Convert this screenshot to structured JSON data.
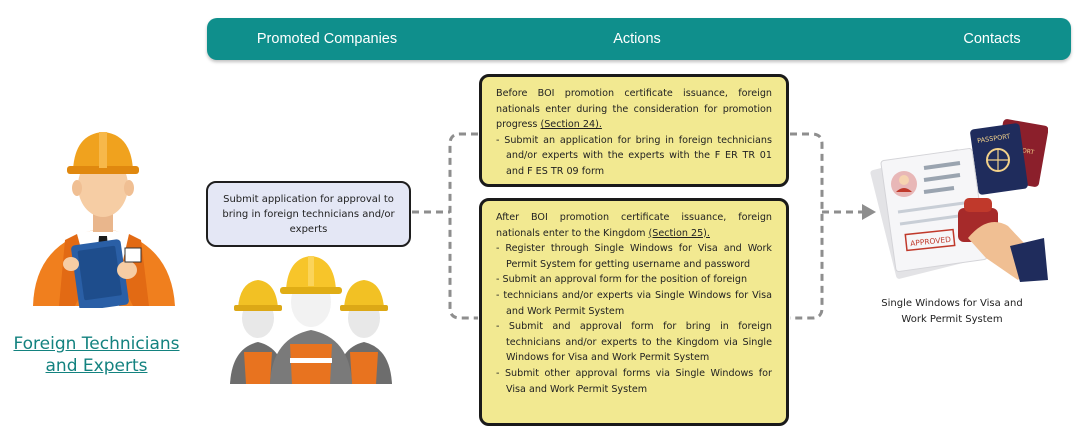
{
  "header": {
    "promoted_companies": "Promoted Companies",
    "actions": "Actions",
    "contacts": "Contacts"
  },
  "left": {
    "title_line1": "Foreign Technicians",
    "title_line2": "and Experts"
  },
  "submit_box": {
    "text": "Submit application for approval to bring in foreign technicians and/or experts"
  },
  "box1": {
    "intro": "Before BOI promotion certificate issuance, foreign nationals enter during the consideration for promotion progress ",
    "section": "(Section 24).",
    "bullets": [
      "- Submit an application for bring in foreign technicians and/or experts with the experts with the F ER TR 01 and F ES TR 09 form"
    ]
  },
  "box2": {
    "intro": "After BOI promotion certificate issuance, foreign nationals enter to the Kingdom ",
    "section": "(Section 25).",
    "bullets": [
      "- Register through Single Windows for Visa and Work Permit System for getting username and password",
      "- Submit an approval form for the position of foreign",
      "- technicians and/or experts via Single Windows for Visa and Work Permit System",
      "- Submit and approval form for bring in foreign technicians and/or experts to the Kingdom via Single Windows for Visa and Work Permit System",
      "- Submit other approval forms via Single Windows for Visa and Work Permit System"
    ]
  },
  "contact": {
    "line1": "Single Windows for Visa and",
    "line2": "Work Permit System"
  },
  "illustration": {
    "passport_text": "PASSPORT",
    "passport_text2": "PORT",
    "stamp_text": "APPROVED"
  },
  "colors": {
    "header": "#0f8f8c",
    "action_box": "#f2e991",
    "submit_box": "#e4e7f5",
    "link": "#13827f",
    "helmet": "#f0a21e",
    "vest": "#e8731f"
  }
}
